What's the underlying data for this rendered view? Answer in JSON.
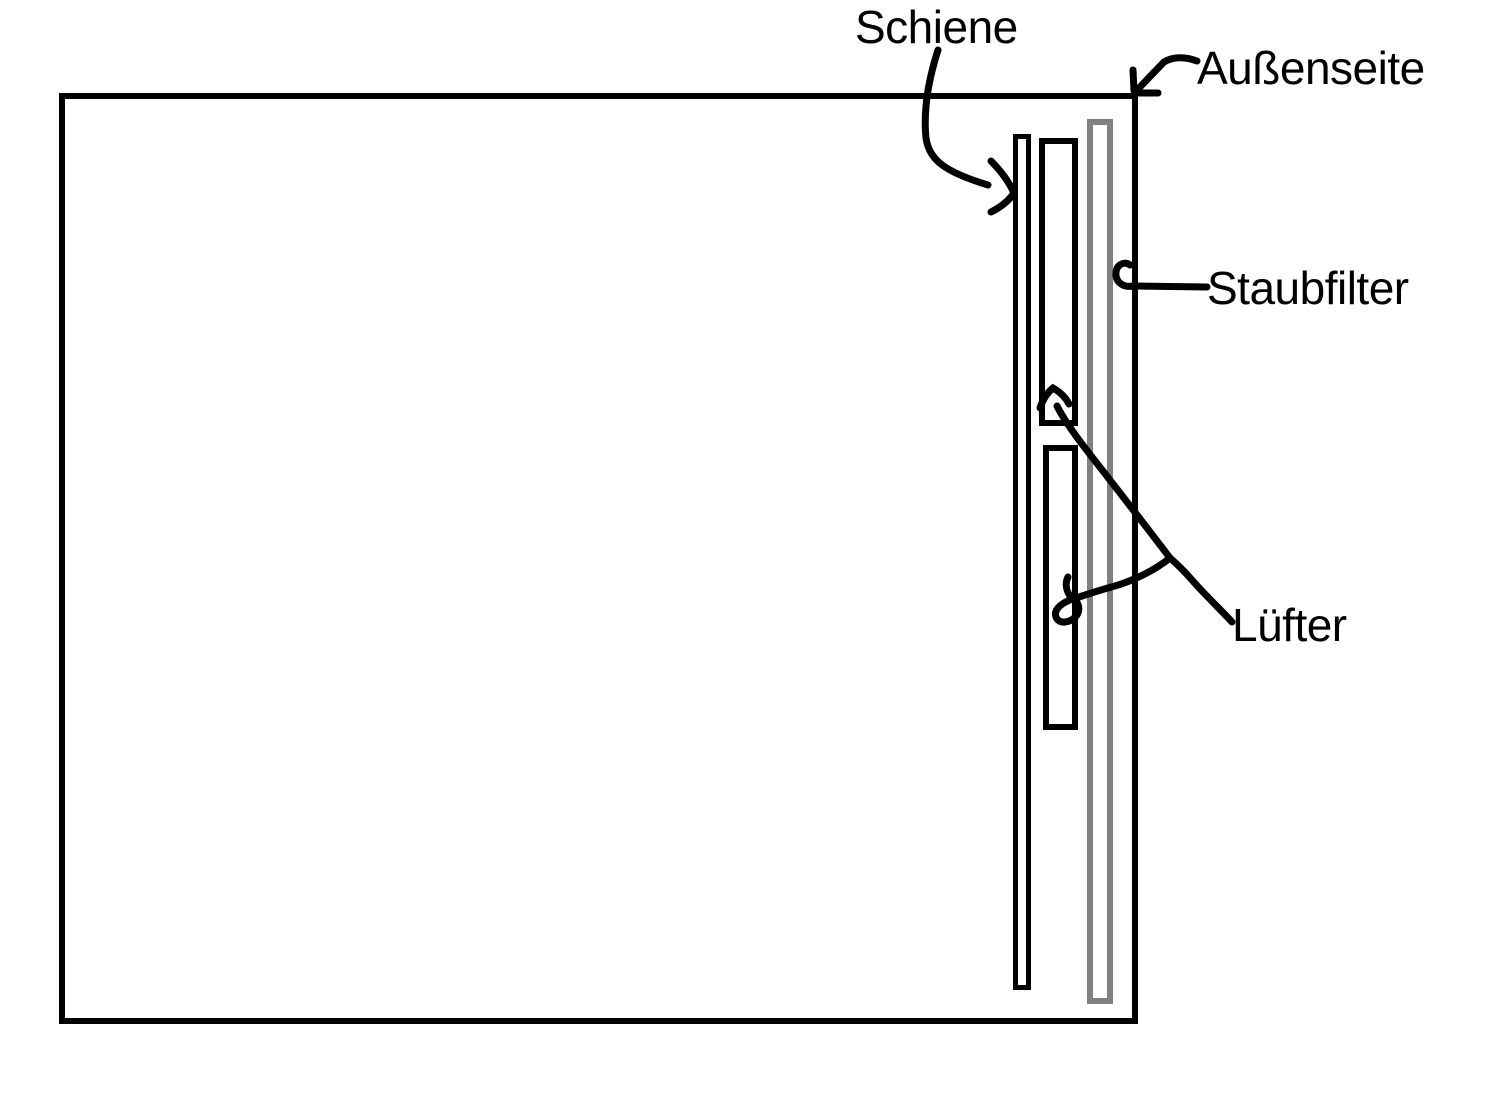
{
  "diagram": {
    "labels": {
      "schiene": "Schiene",
      "aussenseite": "Außenseite",
      "staubfilter": "Staubfilter",
      "luefter": "Lüfter"
    }
  },
  "colors": {
    "ink": "#000000",
    "filter": "#808080",
    "background": "#ffffff"
  }
}
